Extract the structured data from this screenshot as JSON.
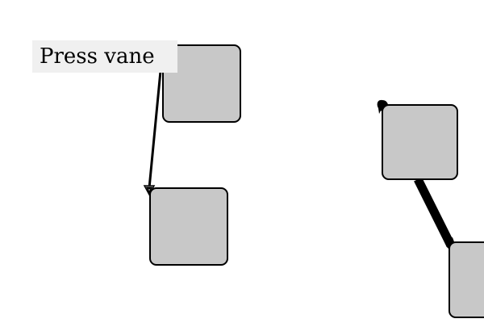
{
  "caption": "Press vane",
  "colors": {
    "background": "#ffffff",
    "node_fill": "#c8c8c8",
    "node_border": "#000000",
    "caption_fill": "#f0f0f0",
    "edge": "#000000"
  },
  "nodes": [
    {
      "id": "node-1",
      "label": ""
    },
    {
      "id": "node-2",
      "label": ""
    },
    {
      "id": "node-3",
      "label": ""
    },
    {
      "id": "node-4",
      "label": ""
    }
  ],
  "edges": [
    {
      "from": "node-1",
      "to": "node-2",
      "style": "thin",
      "arrow_end": true,
      "arrow_start": false
    },
    {
      "from": "node-3",
      "to": "node-4",
      "style": "thick",
      "arrow_end": true,
      "arrow_start": true
    }
  ]
}
